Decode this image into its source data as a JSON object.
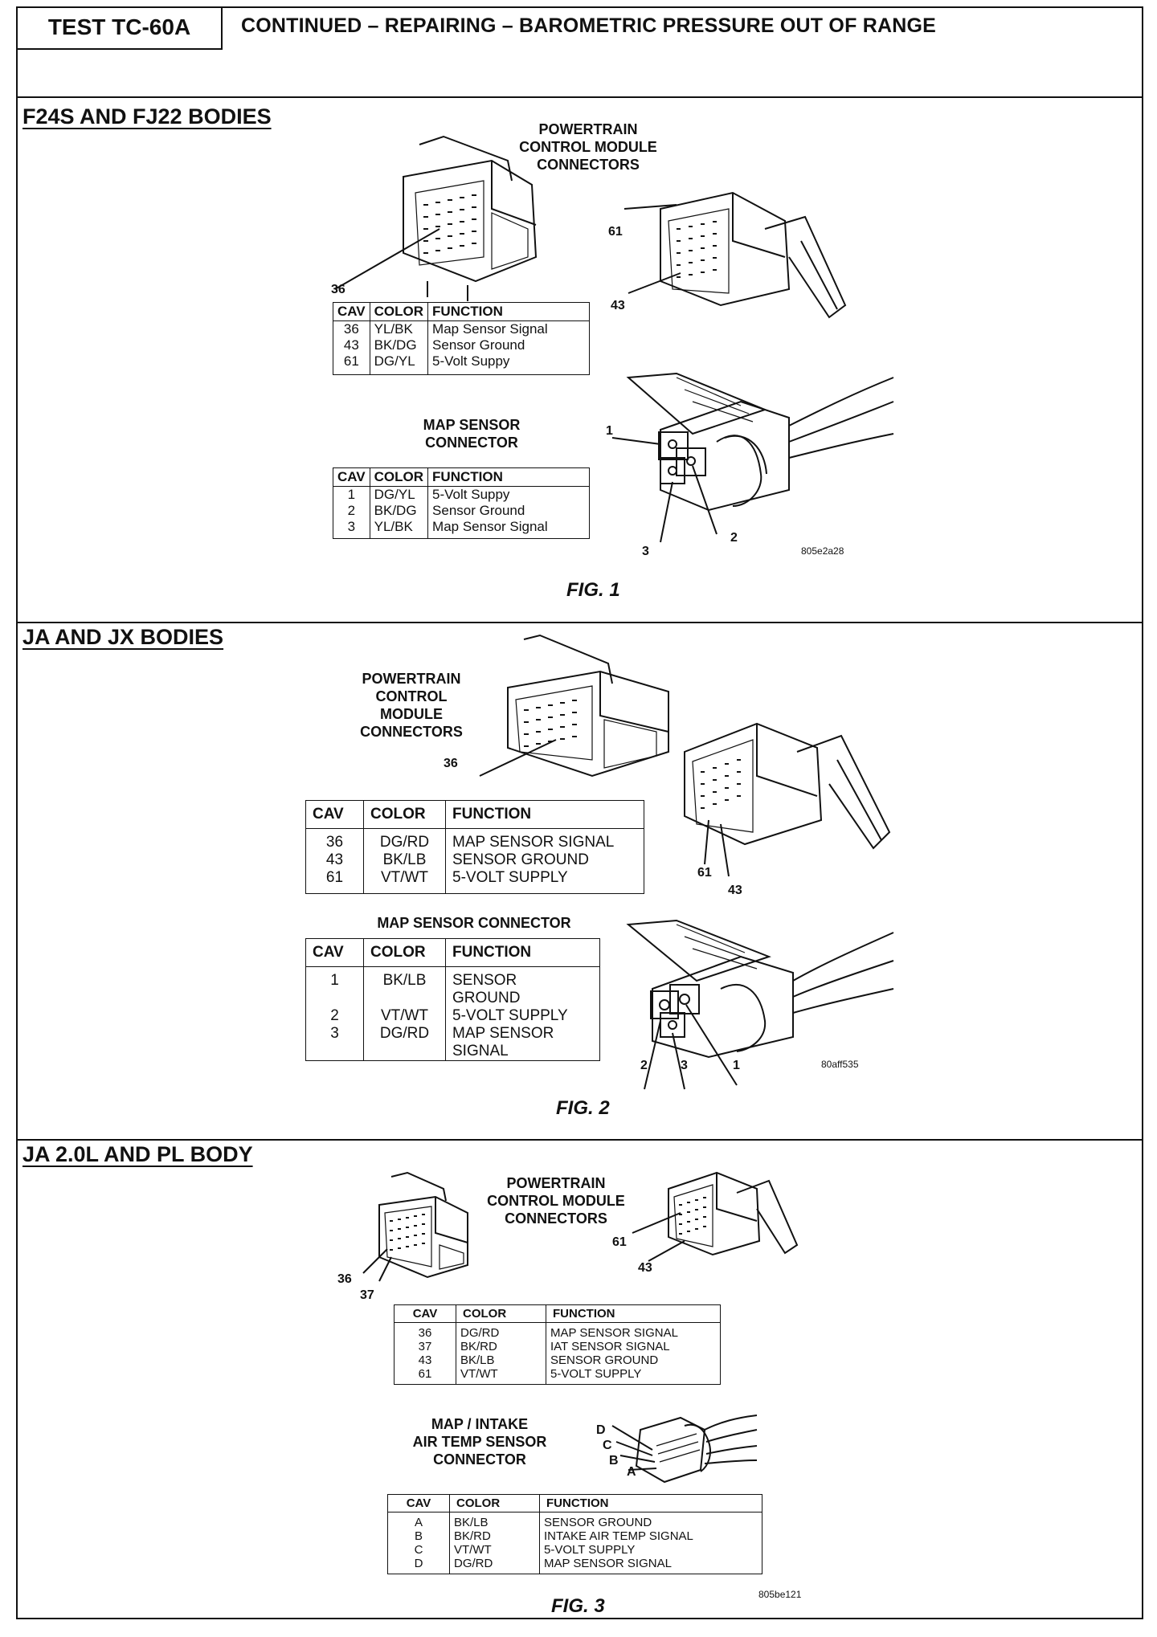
{
  "header": {
    "test_id": "TEST TC-60A",
    "title": "CONTINUED – REPAIRING – BAROMETRIC PRESSURE OUT OF RANGE"
  },
  "sections": [
    {
      "title": "F24S AND FJ22 BODIES",
      "pcm_label": "POWERTRAIN\nCONTROL MODULE\nCONNECTORS",
      "pcm_pins": [
        "36",
        "61",
        "43"
      ],
      "pcm_table": {
        "headers": [
          "CAV",
          "COLOR",
          "FUNCTION"
        ],
        "rows": [
          [
            "36",
            "YL/BK",
            "Map Sensor Signal"
          ],
          [
            "43",
            "BK/DG",
            "Sensor Ground"
          ],
          [
            "61",
            "DG/YL",
            "5-Volt Suppy"
          ]
        ]
      },
      "map_label": "MAP SENSOR\nCONNECTOR",
      "map_pins": [
        "1",
        "2",
        "3"
      ],
      "map_table": {
        "headers": [
          "CAV",
          "COLOR",
          "FUNCTION"
        ],
        "rows": [
          [
            "1",
            "DG/YL",
            "5-Volt Suppy"
          ],
          [
            "2",
            "BK/DG",
            "Sensor Ground"
          ],
          [
            "3",
            "YL/BK",
            "Map Sensor Signal"
          ]
        ]
      },
      "code": "805e2a28",
      "fig": "FIG. 1"
    },
    {
      "title": "JA AND JX BODIES",
      "pcm_label": "POWERTRAIN\nCONTROL\nMODULE\nCONNECTORS",
      "pcm_pins": [
        "36",
        "61",
        "43"
      ],
      "pcm_table": {
        "headers": [
          "CAV",
          "COLOR",
          "FUNCTION"
        ],
        "rows": [
          [
            "36",
            "DG/RD",
            "MAP SENSOR SIGNAL"
          ],
          [
            "43",
            "BK/LB",
            "SENSOR GROUND"
          ],
          [
            "61",
            "VT/WT",
            "5-VOLT SUPPLY"
          ]
        ]
      },
      "map_label": "MAP SENSOR CONNECTOR",
      "map_pins": [
        "2",
        "3",
        "1"
      ],
      "map_table": {
        "headers": [
          "CAV",
          "COLOR",
          "FUNCTION"
        ],
        "rows": [
          [
            "1",
            "BK/LB",
            "SENSOR\n   GROUND"
          ],
          [
            "2",
            "VT/WT",
            "5-VOLT SUPPLY"
          ],
          [
            "3",
            "DG/RD",
            "MAP SENSOR\n   SIGNAL"
          ]
        ]
      },
      "code": "80aff535",
      "fig": "FIG. 2"
    },
    {
      "title": "JA 2.0L AND PL BODY",
      "pcm_label": "POWERTRAIN\nCONTROL MODULE\nCONNECTORS",
      "pcm_pins": [
        "36",
        "37",
        "61",
        "43"
      ],
      "pcm_table": {
        "headers": [
          "CAV",
          "COLOR",
          "FUNCTION"
        ],
        "rows": [
          [
            "36",
            "DG/RD",
            "MAP SENSOR SIGNAL"
          ],
          [
            "37",
            "BK/RD",
            "IAT SENSOR SIGNAL"
          ],
          [
            "43",
            "BK/LB",
            "SENSOR GROUND"
          ],
          [
            "61",
            "VT/WT",
            "5-VOLT SUPPLY"
          ]
        ]
      },
      "map_label": "MAP / INTAKE\nAIR TEMP SENSOR\nCONNECTOR",
      "map_pins": [
        "D",
        "C",
        "B",
        "A"
      ],
      "map_table": {
        "headers": [
          "CAV",
          "COLOR",
          "FUNCTION"
        ],
        "rows": [
          [
            "A",
            "BK/LB",
            "SENSOR GROUND"
          ],
          [
            "B",
            "BK/RD",
            "INTAKE AIR TEMP SIGNAL"
          ],
          [
            "C",
            "VT/WT",
            "5-VOLT SUPPLY"
          ],
          [
            "D",
            "DG/RD",
            "MAP SENSOR SIGNAL"
          ]
        ]
      },
      "code": "805be121",
      "fig": "FIG. 3"
    }
  ]
}
